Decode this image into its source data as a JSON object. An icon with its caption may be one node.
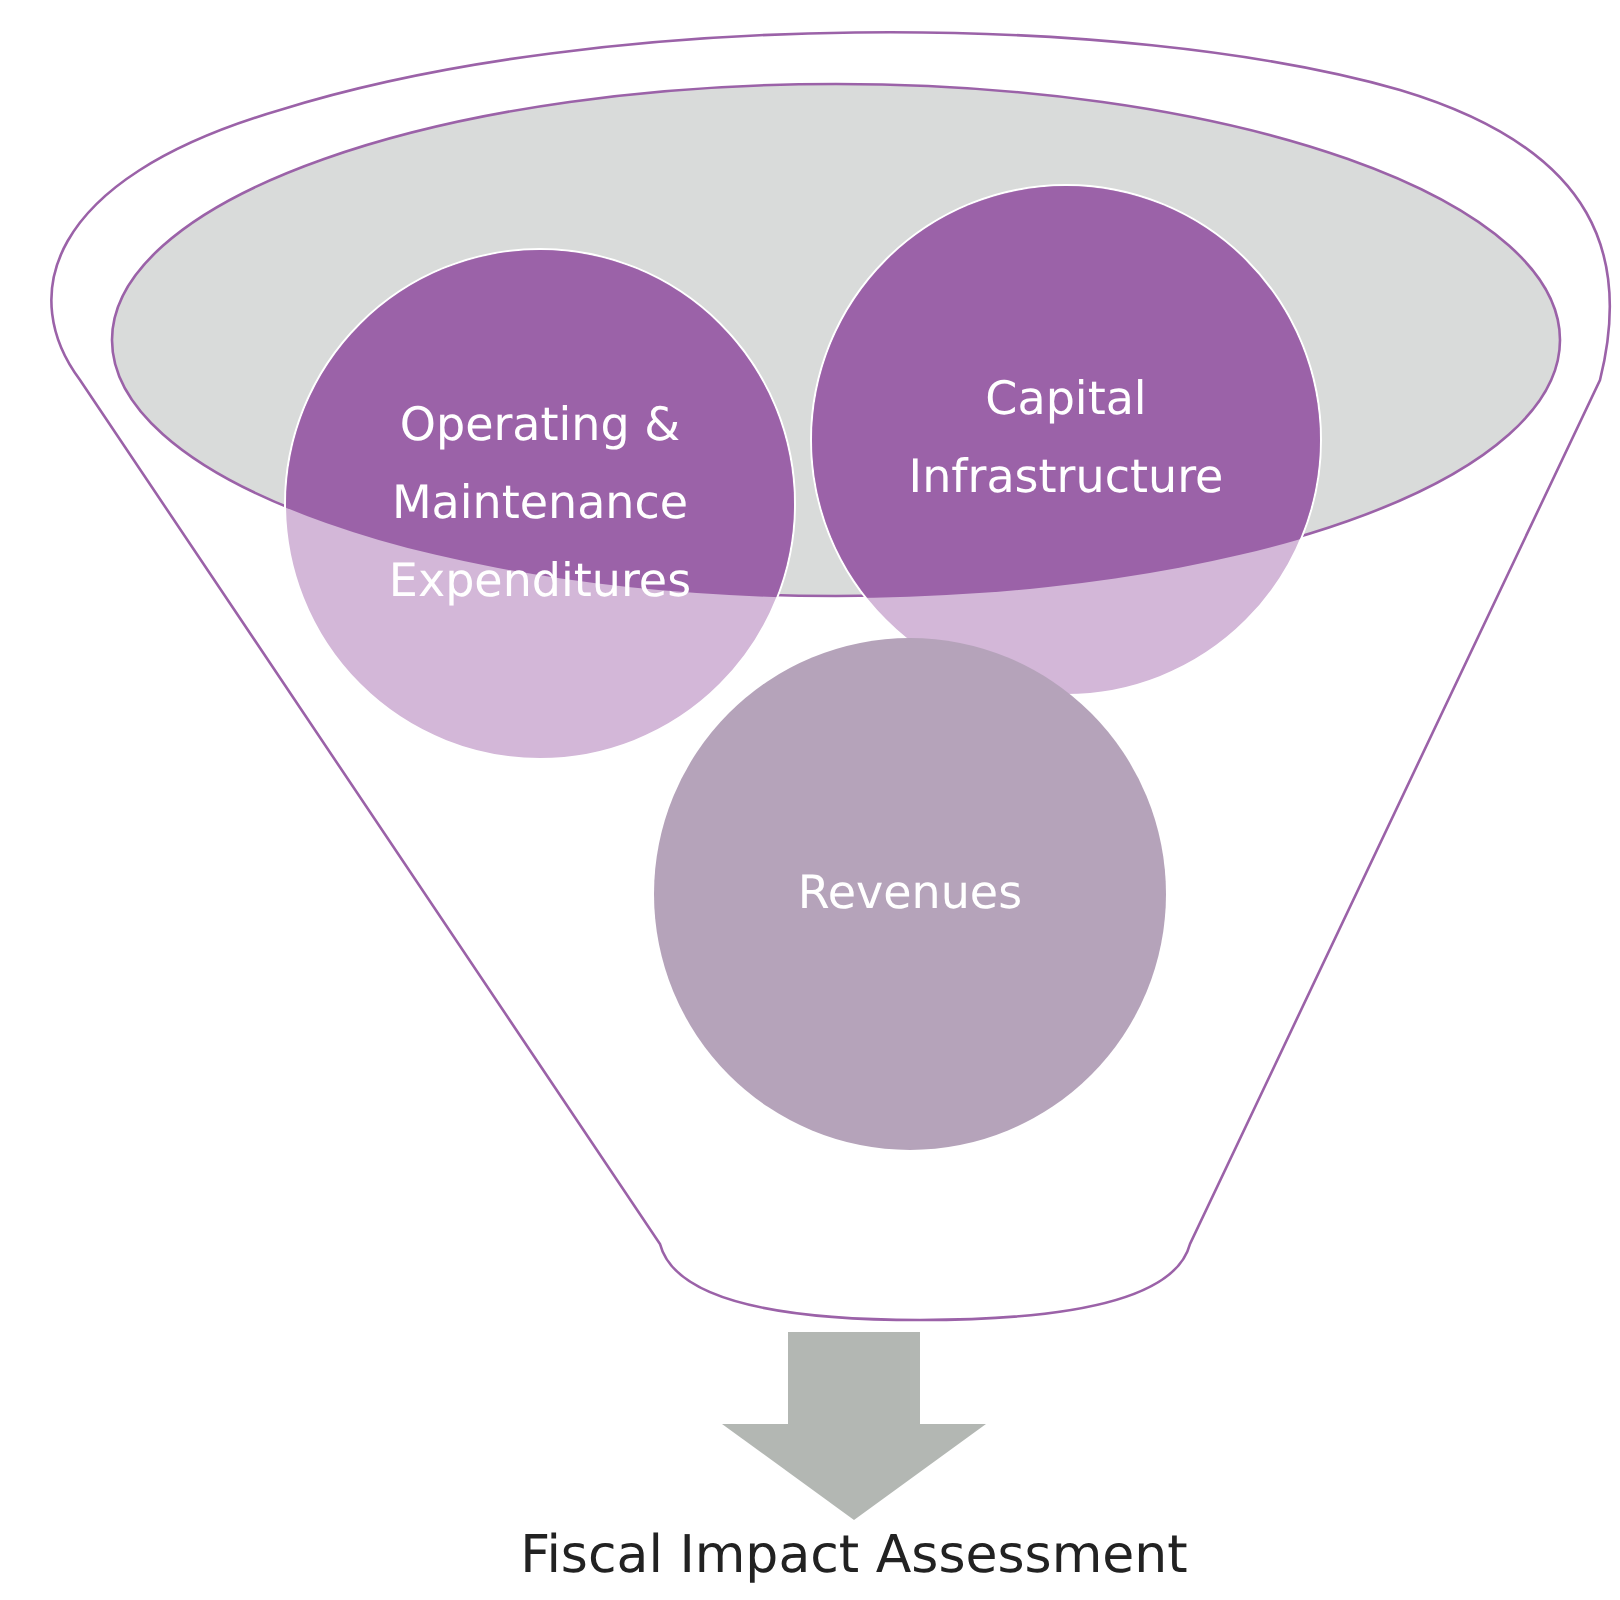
{
  "diagram": {
    "nodes": [
      {
        "text": [],
        "shape": "funnel"
      },
      {
        "text": [
          "Operating & Maintenance Expenditures"
        ],
        "in": 0
      },
      {
        "text": [
          "Capital Infrastructure"
        ],
        "in": 0
      },
      {
        "text": [
          "Revenues"
        ],
        "in": 0
      },
      {
        "text": [
          "Fiscal Impact Assessment"
        ]
      }
    ],
    "edges": [
      {
        "from": 0,
        "to": 4,
        "arrow": "to",
        "color": "#b3b7b3"
      }
    ]
  }
}
